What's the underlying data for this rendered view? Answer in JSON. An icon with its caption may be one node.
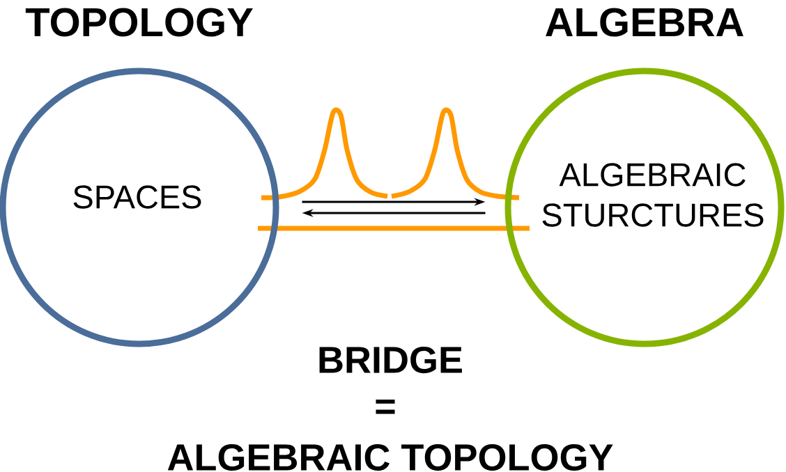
{
  "diagram": {
    "nodes": [
      {
        "text": [
          "TOPOLOGY",
          "SPACES"
        ]
      },
      {
        "text": [
          "ALGEBRA",
          "ALGEBRAIC STURCTURES"
        ]
      }
    ],
    "edges": [
      {
        "from": 0,
        "to": 1,
        "arrow": "to"
      },
      {
        "from": 1,
        "to": 0,
        "arrow": "to"
      }
    ],
    "labels": [
      "BRIDGE",
      "=",
      "ALGEBRAIC TOPOLOGY"
    ]
  }
}
